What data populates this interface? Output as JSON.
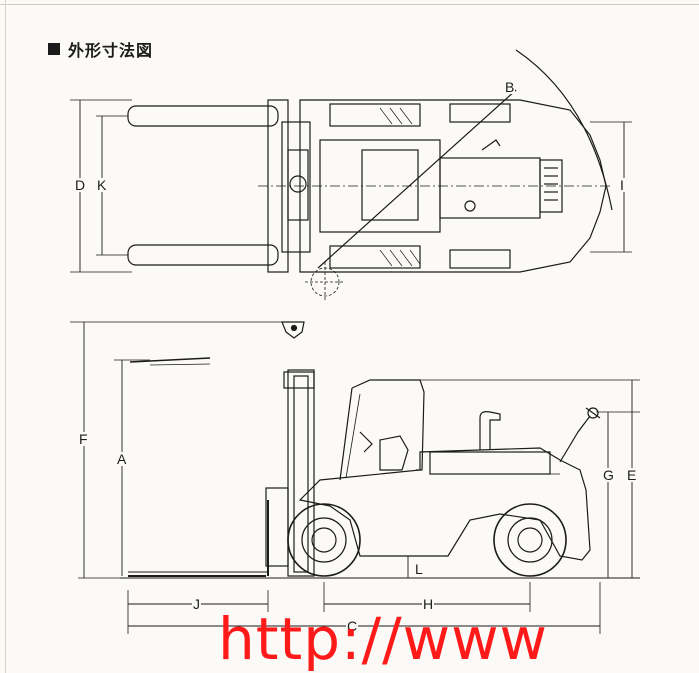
{
  "title": "外形寸法図",
  "dimension_labels": {
    "A": "A",
    "B": "B",
    "C": "C",
    "D": "D",
    "E": "E",
    "F": "F",
    "G": "G",
    "H": "H",
    "I": "I",
    "J": "J",
    "K": "K",
    "L": "L"
  },
  "watermark": "http://www",
  "colors": {
    "ink": "#1b1b1b",
    "watermark": "#ff1a1a",
    "paper": "#fbfaf6"
  }
}
